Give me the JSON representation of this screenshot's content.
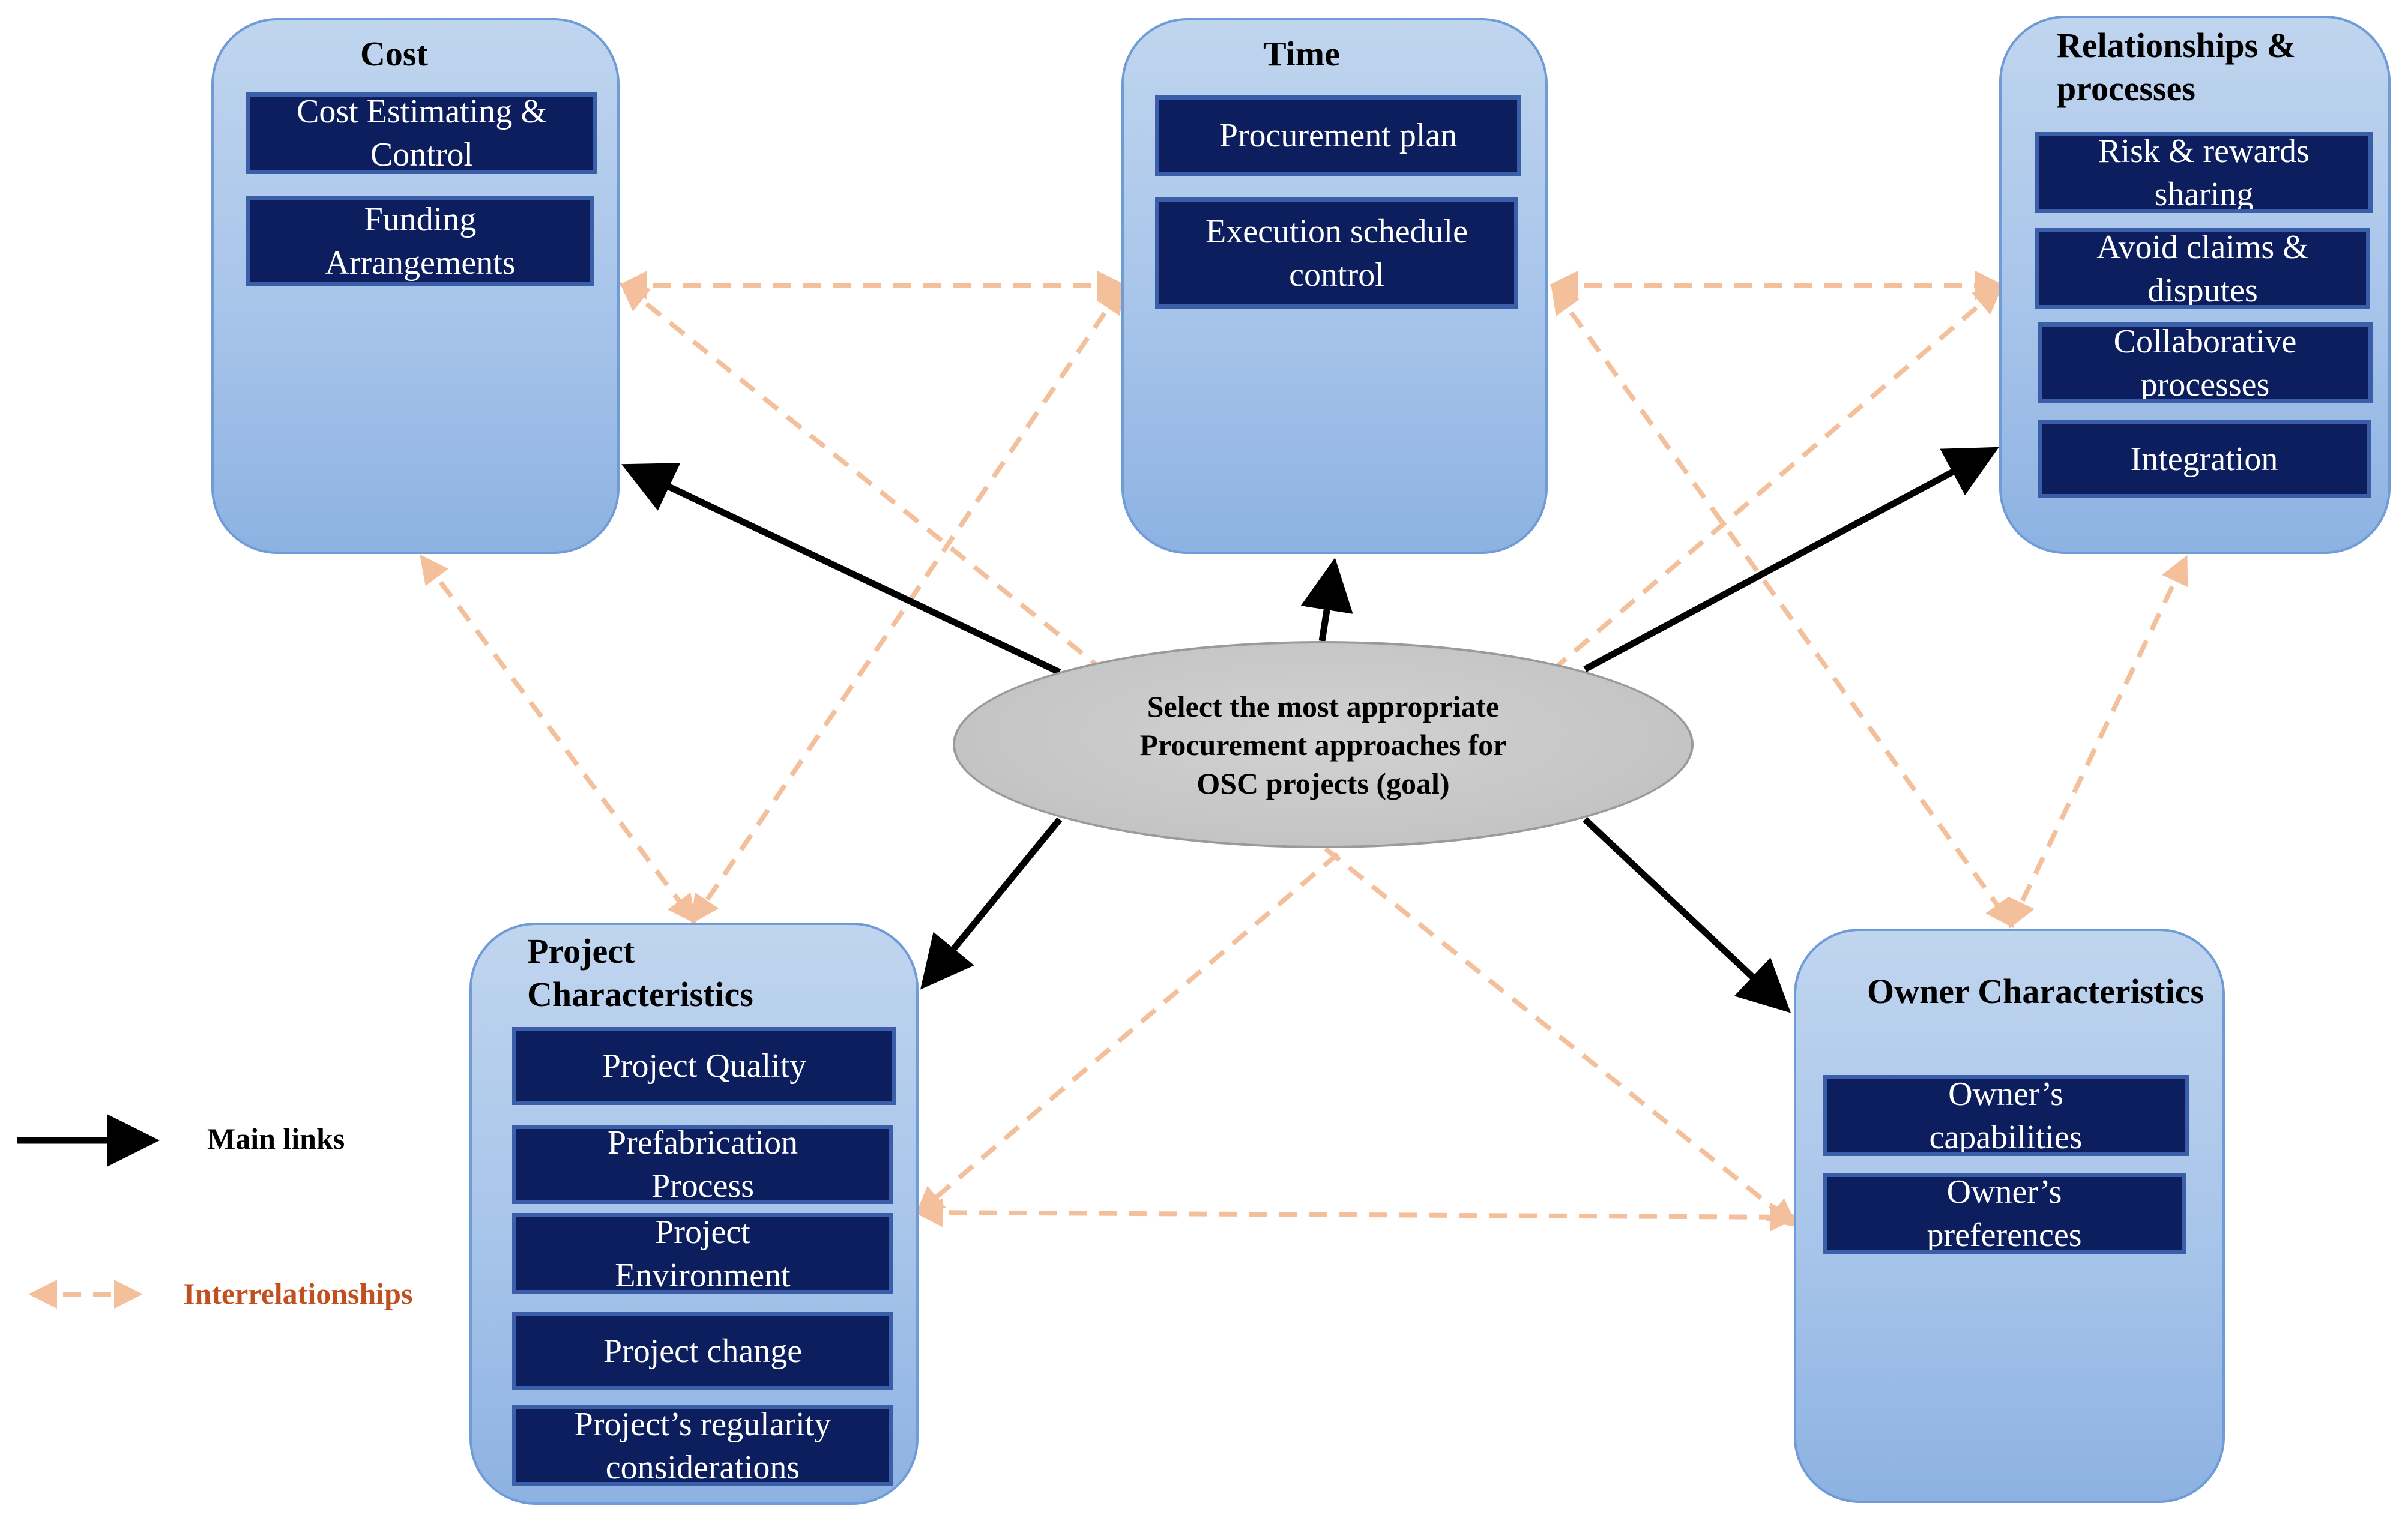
{
  "colors": {
    "main_link": "#000000",
    "interrelationship": "#f4c09c",
    "item_fill": "#0d1e5e",
    "panel_fill": "#a7c4ea",
    "legend_interrelationship_text": "#c0501f"
  },
  "goal": {
    "text": "Select the most appropriate\nProcurement approaches for\nOSC projects (goal)"
  },
  "panels": {
    "cost": {
      "title": "Cost",
      "items": [
        "Cost Estimating &\nControl",
        "Funding\nArrangements"
      ]
    },
    "time": {
      "title": "Time",
      "items": [
        "Procurement plan",
        "Execution schedule\ncontrol"
      ]
    },
    "relationships": {
      "title": "Relationships &\nprocesses",
      "items": [
        "Risk & rewards\nsharing",
        "Avoid claims &\ndisputes",
        "Collaborative\nprocesses",
        "Integration"
      ]
    },
    "project": {
      "title": "Project\nCharacteristics",
      "items": [
        "Project Quality",
        "Prefabrication\nProcess",
        "Project\nEnvironment",
        "Project change",
        "Project’s regularity\nconsiderations"
      ]
    },
    "owner": {
      "title": "Owner Characteristics",
      "items": [
        "Owner’s\ncapabilities",
        "Owner’s\npreferences"
      ]
    }
  },
  "legend": {
    "main_links": "Main links",
    "interrelationships": "Interrelationships"
  }
}
